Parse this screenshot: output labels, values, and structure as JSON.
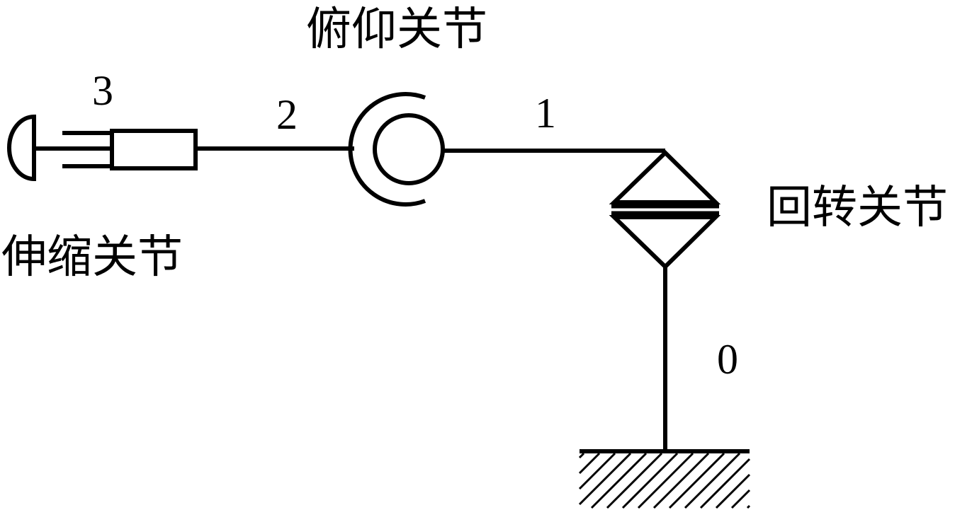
{
  "labels": {
    "pitch_joint": "俯仰关节",
    "telescopic_joint": "伸缩关节",
    "rotary_joint": "回转关节"
  },
  "links": {
    "link_0": "0",
    "link_1": "1",
    "link_2": "2",
    "link_3": "3"
  },
  "colors": {
    "stroke": "#000000",
    "background": "#ffffff"
  }
}
